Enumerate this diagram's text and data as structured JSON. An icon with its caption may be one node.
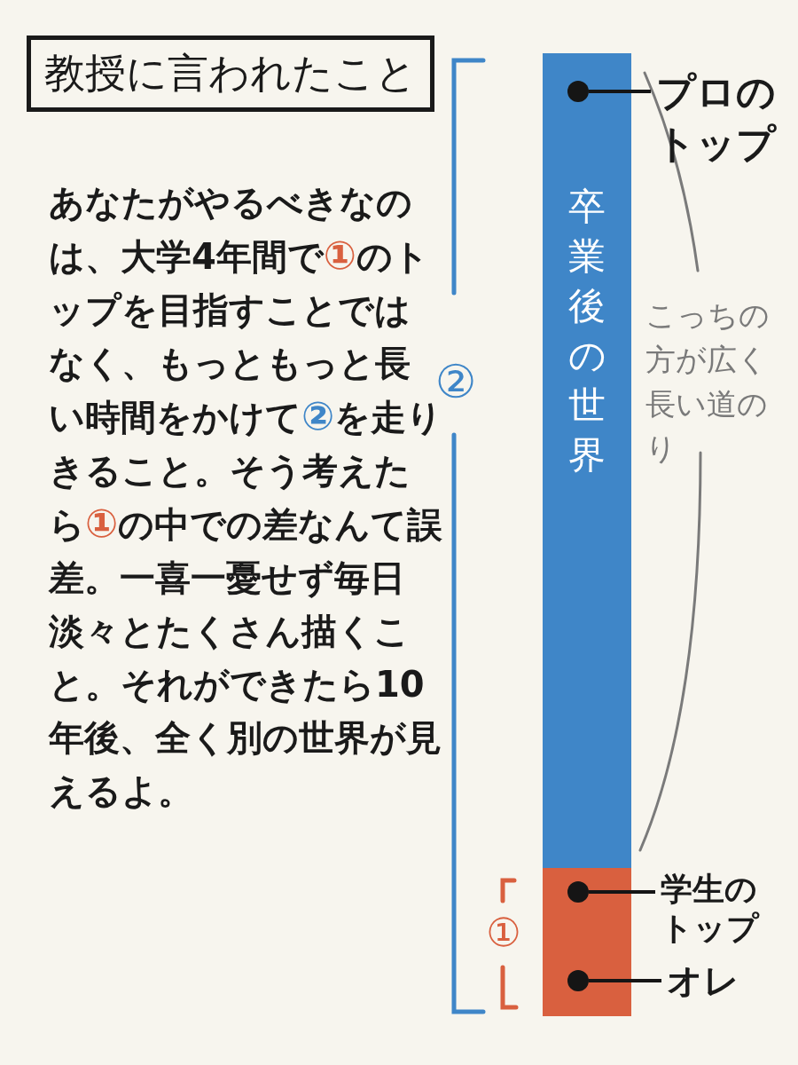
{
  "diagram": {
    "nodes": [
      {
        "text": [
          "教授に言われたこと"
        ]
      },
      {
        "text": [
          "卒業後の世界"
        ]
      },
      {
        "text": [],
        "shape": "bar"
      },
      {
        "text": [],
        "shape": "circle",
        "in": 1
      },
      {
        "text": [
          "プロのトップ"
        ]
      },
      {
        "text": [],
        "shape": "circle",
        "in": 2
      },
      {
        "text": [
          "学生のトップ"
        ]
      },
      {
        "text": [],
        "shape": "circle",
        "in": 2
      },
      {
        "text": [
          "オレ"
        ]
      }
    ],
    "edges": [
      {
        "from": 3,
        "to": 4,
        "arrow": "none"
      },
      {
        "from": 5,
        "to": 6,
        "arrow": "none"
      },
      {
        "from": 7,
        "to": 8,
        "arrow": "none"
      }
    ],
    "labels": [
      "あなたがやるべきなのは、大学4年間で",
      "①",
      "のトップを目指すことではなく、もっともっと長い時間をかけて",
      "②",
      "を走りきること。そう考えたら",
      "①",
      "の中での差なんて誤差。一喜一憂せず毎日淡々とたくさん描くこと。それができたら10年後、全く別の世界が見えるよ。",
      "②",
      "こっちの方が広く長い道のり",
      "①"
    ]
  }
}
